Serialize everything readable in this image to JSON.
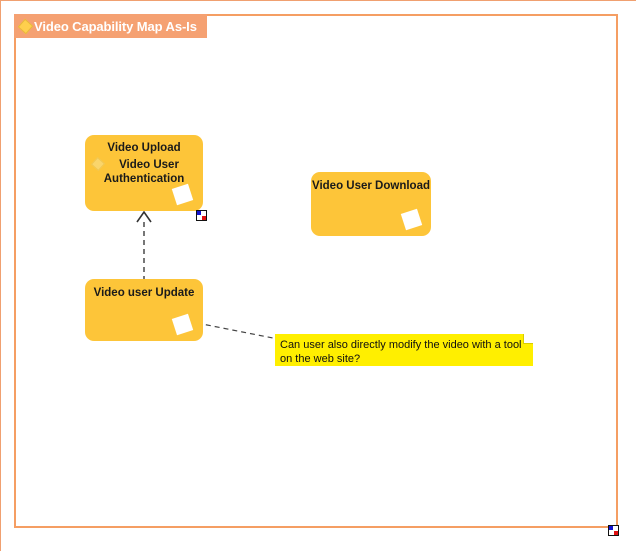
{
  "diagram": {
    "title": "Video Capability Map As-Is",
    "title_icon": "gold-diamond-icon",
    "frame_color": "#f59e63",
    "title_bar_color": "#f5a172",
    "node_fill_color": "#fdc539",
    "note_fill_color": "#ffef00"
  },
  "nodes": [
    {
      "id": "video-upload",
      "title": "Video Upload",
      "subtitle": "Video User\nAuthentication",
      "subtitle_line1": "Video User",
      "subtitle_line2": "Authentication",
      "marker": "capability-marker-diamond",
      "sub_icon": "gold-diamond-icon"
    },
    {
      "id": "video-user-download",
      "title": "Video User Download",
      "marker": "capability-marker-diamond"
    },
    {
      "id": "video-user-update",
      "title": "Video user Update",
      "marker": "capability-marker-diamond"
    }
  ],
  "note": {
    "text": "Can user also directly modify the video with a tool on the web site?",
    "line1": "Can user also directly modify the video with a tool",
    "line2": "on the web site?"
  },
  "connectors": [
    {
      "id": "update-to-upload",
      "type": "dashed-arrow",
      "from": "video-user-update",
      "to": "video-upload",
      "arrowhead": "open"
    },
    {
      "id": "update-to-note",
      "type": "dashed-line",
      "from": "video-user-update",
      "to": "note",
      "arrowhead": "none"
    }
  ],
  "indicators": [
    {
      "id": "upload-link-indicator",
      "name": "element-link-indicator"
    },
    {
      "id": "diagram-link-indicator",
      "name": "diagram-link-indicator"
    }
  ]
}
